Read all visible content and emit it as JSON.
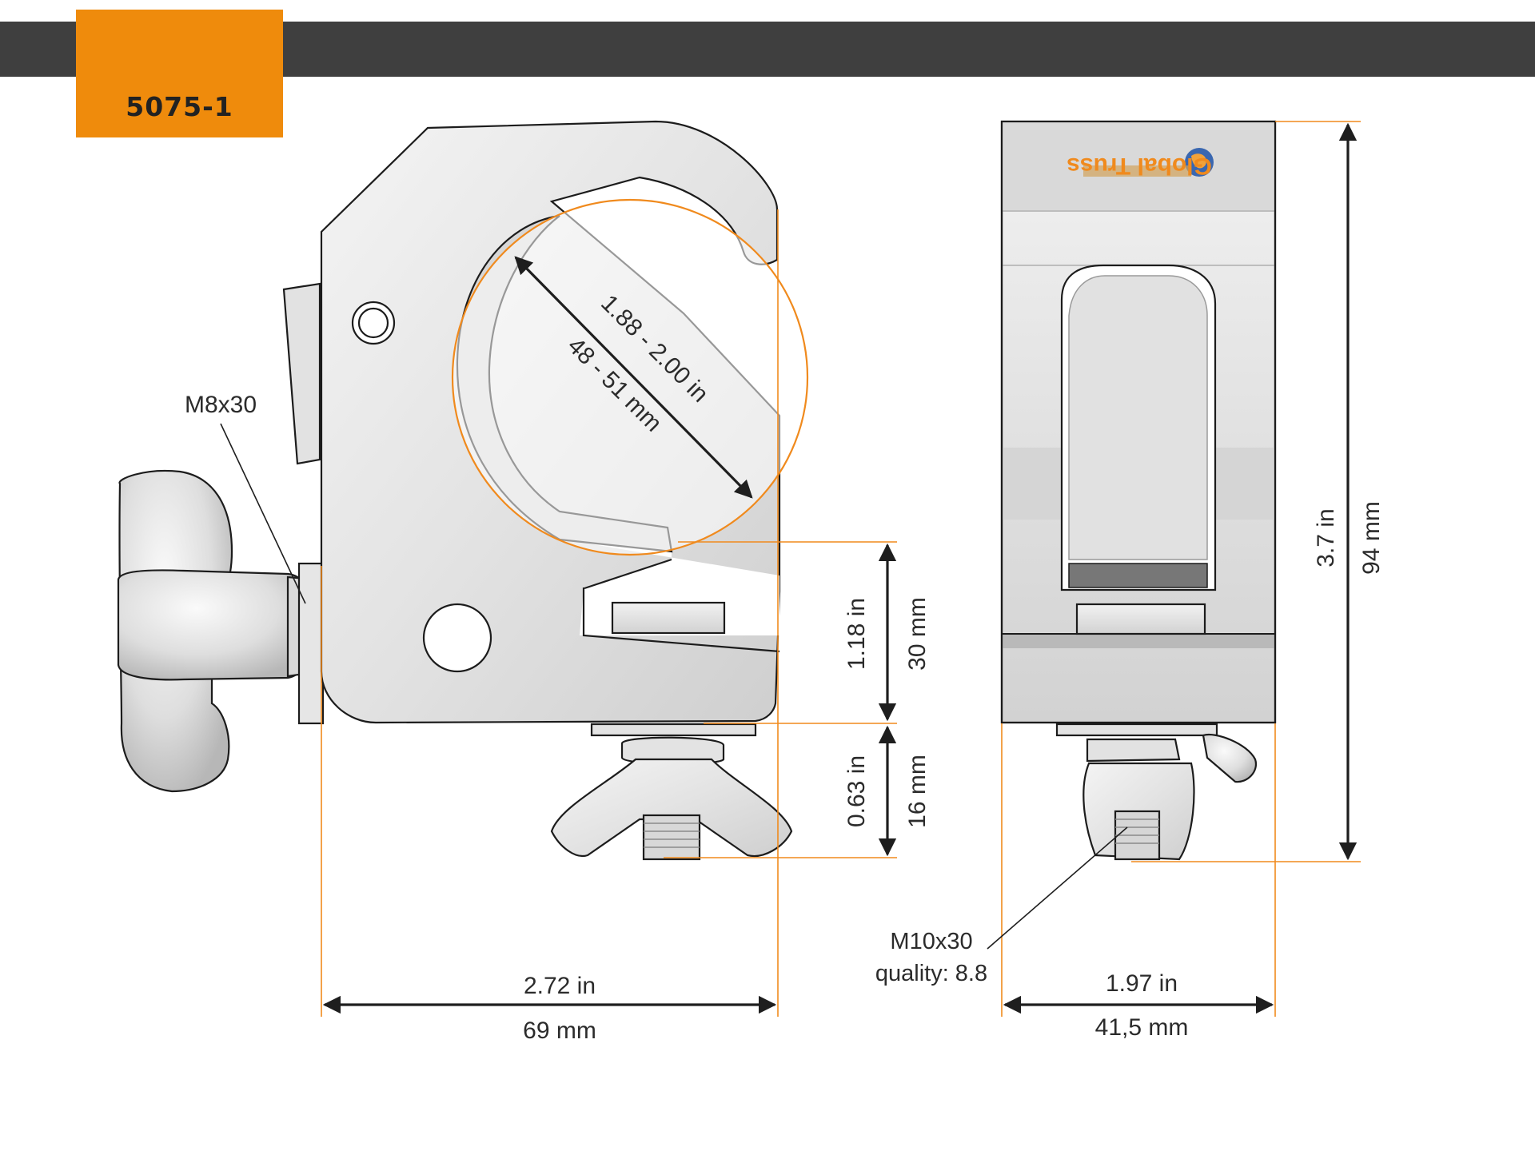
{
  "header": {
    "product_code": "5075-1"
  },
  "side_view": {
    "bolt_label": "M8x30",
    "tube_range_in": "1.88 - 2.00 in",
    "tube_range_mm": "48 - 51 mm",
    "jaw_height_in": "1.18 in",
    "jaw_height_mm": "30 mm",
    "bolt_drop_in": "0.63 in",
    "bolt_drop_mm": "16 mm",
    "width_in": "2.72 in",
    "width_mm": "69 mm"
  },
  "front_view": {
    "brand_logo": "Global Truss",
    "bolt_label_line1": "M10x30",
    "bolt_label_line2": "quality: 8.8",
    "height_in": "3.7 in",
    "height_mm": "94 mm",
    "width_in": "1.97 in",
    "width_mm": "41,5 mm"
  },
  "colors": {
    "accent": "#ef8b0c",
    "header_bar": "#3f3f3f",
    "dimension_line": "#f08a1d",
    "metal": "#e6e6e6"
  }
}
